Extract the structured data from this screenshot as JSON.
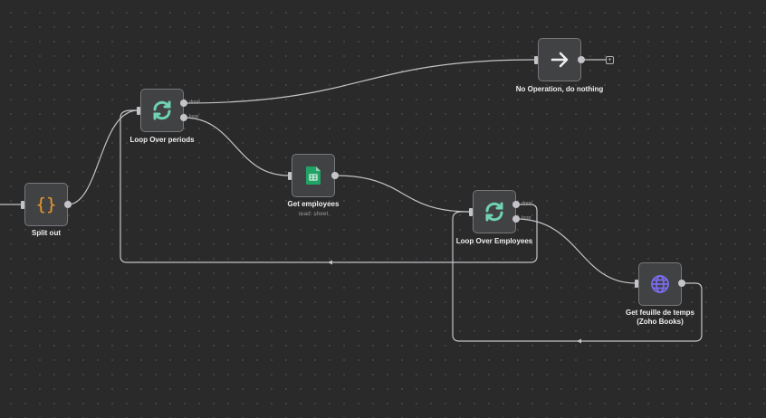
{
  "nodes": {
    "split_out": {
      "label": "Split out",
      "icon": "curly-braces-icon"
    },
    "loop_periods": {
      "label": "Loop Over periods",
      "icon": "loop-icon",
      "out_done": "done",
      "out_loop": "loop"
    },
    "get_employees": {
      "label": "Get employees",
      "subtitle": "read: sheet",
      "icon": "google-sheets-icon"
    },
    "loop_employees": {
      "label": "Loop Over Employees",
      "icon": "loop-icon",
      "out_done": "done",
      "out_loop": "loop"
    },
    "get_feuille": {
      "label": "Get feuille de temps (Zoho Books)",
      "icon": "globe-icon"
    },
    "noop": {
      "label": "No Operation, do nothing",
      "icon": "arrow-right-icon",
      "add_label": "+"
    }
  },
  "colors": {
    "loop": "#6fd3b4",
    "braces": "#f29a2e",
    "sheets": "#21a366",
    "globe": "#7b6cf0"
  }
}
